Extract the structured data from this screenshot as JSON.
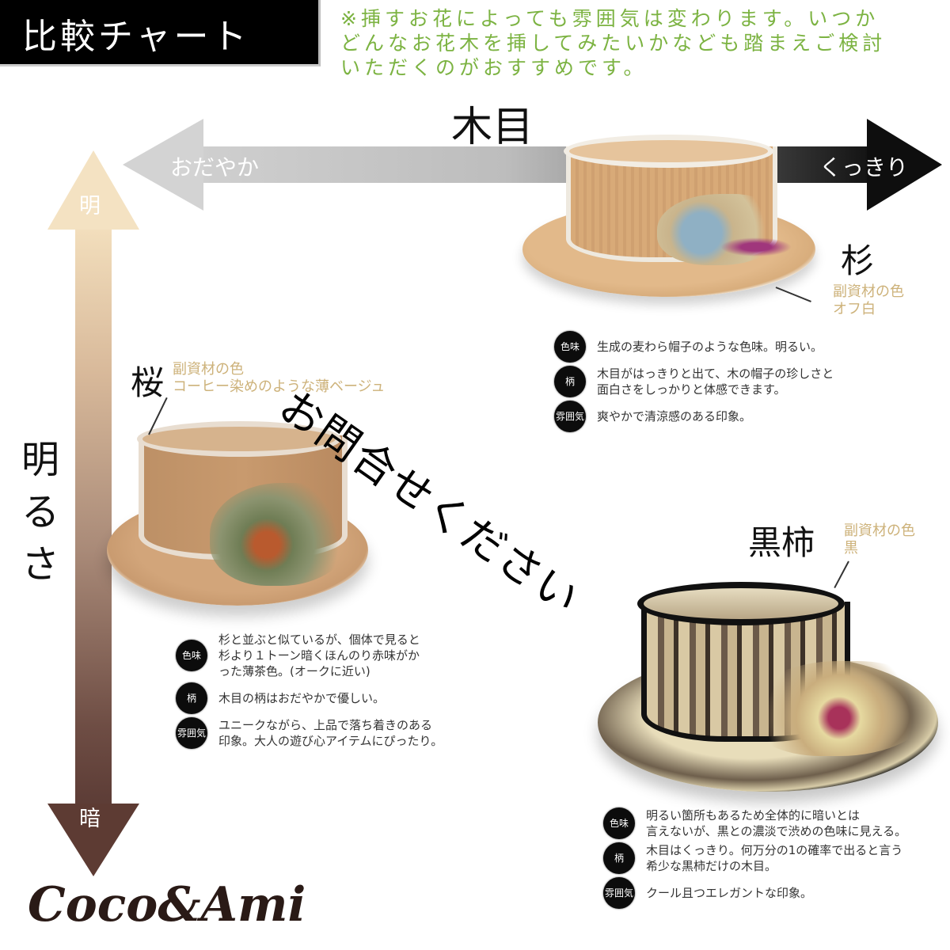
{
  "title": "比較チャート",
  "note": {
    "lines": [
      "※挿すお花によっても雰囲気は変わります。いつか",
      "どんなお花木を挿してみたいかなども踏まえご検討",
      "いただくのがおすすめです。"
    ],
    "color": "#7cb342"
  },
  "axes": {
    "x": {
      "title": "木目",
      "left_label": "おだやか",
      "right_label": "くっきり"
    },
    "y": {
      "title_chars": [
        "明",
        "る",
        "さ"
      ],
      "top_label": "明",
      "bottom_label": "暗"
    }
  },
  "badges": {
    "color": "色味",
    "pattern": "柄",
    "mood_line1": "雰囲",
    "mood_line2": "気"
  },
  "woods": {
    "sugi": {
      "name": "杉",
      "sub_title": "副資材の色",
      "sub_value": "オフ白",
      "color": "生成の麦わら帽子のような色味。明るい。",
      "pattern": "木目がはっきりと出て、木の帽子の珍しさと\n面白さをしっかりと体感できます。",
      "mood": "爽やかで清涼感のある印象。"
    },
    "sakura": {
      "name": "桜",
      "sub_title": "副資材の色",
      "sub_value": "コーヒー染めのような薄ベージュ",
      "color": "杉と並ぶと似ているが、個体で見ると\n杉より１トーン暗くほんのり赤味がか\nった薄茶色。(オークに近い)",
      "pattern": "木目の柄はおだやかで優しい。",
      "mood": "ユニークながら、上品で落ち着きのある\n印象。大人の遊び心アイテムにぴったり。"
    },
    "kurogaki": {
      "name": "黒柿",
      "sub_title": "副資材の色",
      "sub_value": "黒",
      "color": "明るい箇所もあるため全体的に暗いとは\n言えないが、黒との濃淡で渋めの色味に見える。",
      "pattern": "木目はくっきり。何万分の1の確率で出ると言う\n希少な黒柿だけの木目。",
      "mood": "クール且つエレガントな印象。"
    }
  },
  "watermark": "お問合せください",
  "logo": "Coco&Ami"
}
